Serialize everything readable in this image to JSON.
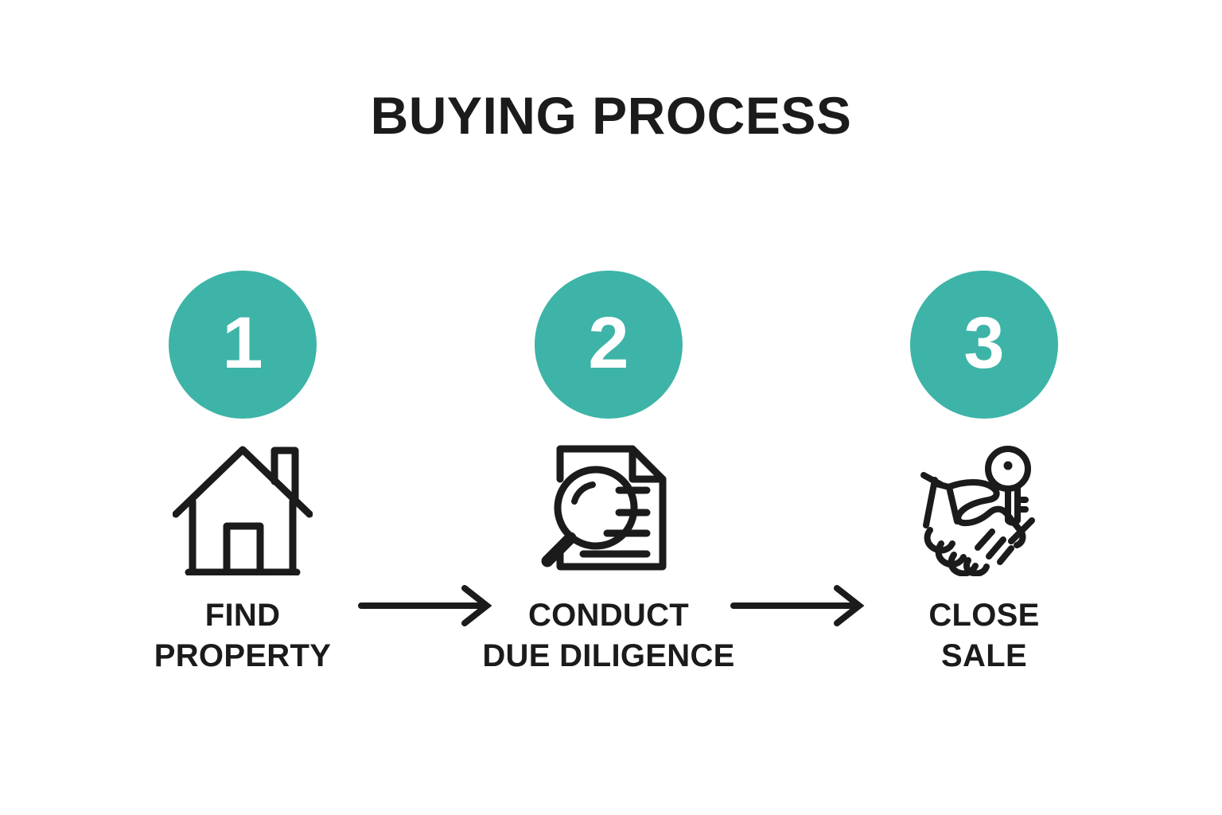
{
  "page": {
    "background_color": "#ffffff",
    "accent_color": "#3db4a7",
    "ink_color": "#1b1b1b",
    "title": "BUYING PROCESS"
  },
  "steps": [
    {
      "number": "1",
      "icon": "house-icon",
      "label_line_1": "FIND",
      "label_line_2": "PROPERTY",
      "label_full": "FIND PROPERTY"
    },
    {
      "number": "2",
      "icon": "document-magnifier-icon",
      "label_line_1": "CONDUCT",
      "label_line_2": "DUE DILIGENCE",
      "label_full": "CONDUCT DUE DILIGENCE"
    },
    {
      "number": "3",
      "icon": "handshake-key-icon",
      "label_line_1": "CLOSE",
      "label_line_2": "SALE",
      "label_full": "CLOSE SALE"
    }
  ],
  "connectors": [
    {
      "name": "arrow-right-1",
      "from": "1",
      "to": "2"
    },
    {
      "name": "arrow-right-2",
      "from": "2",
      "to": "3"
    }
  ]
}
